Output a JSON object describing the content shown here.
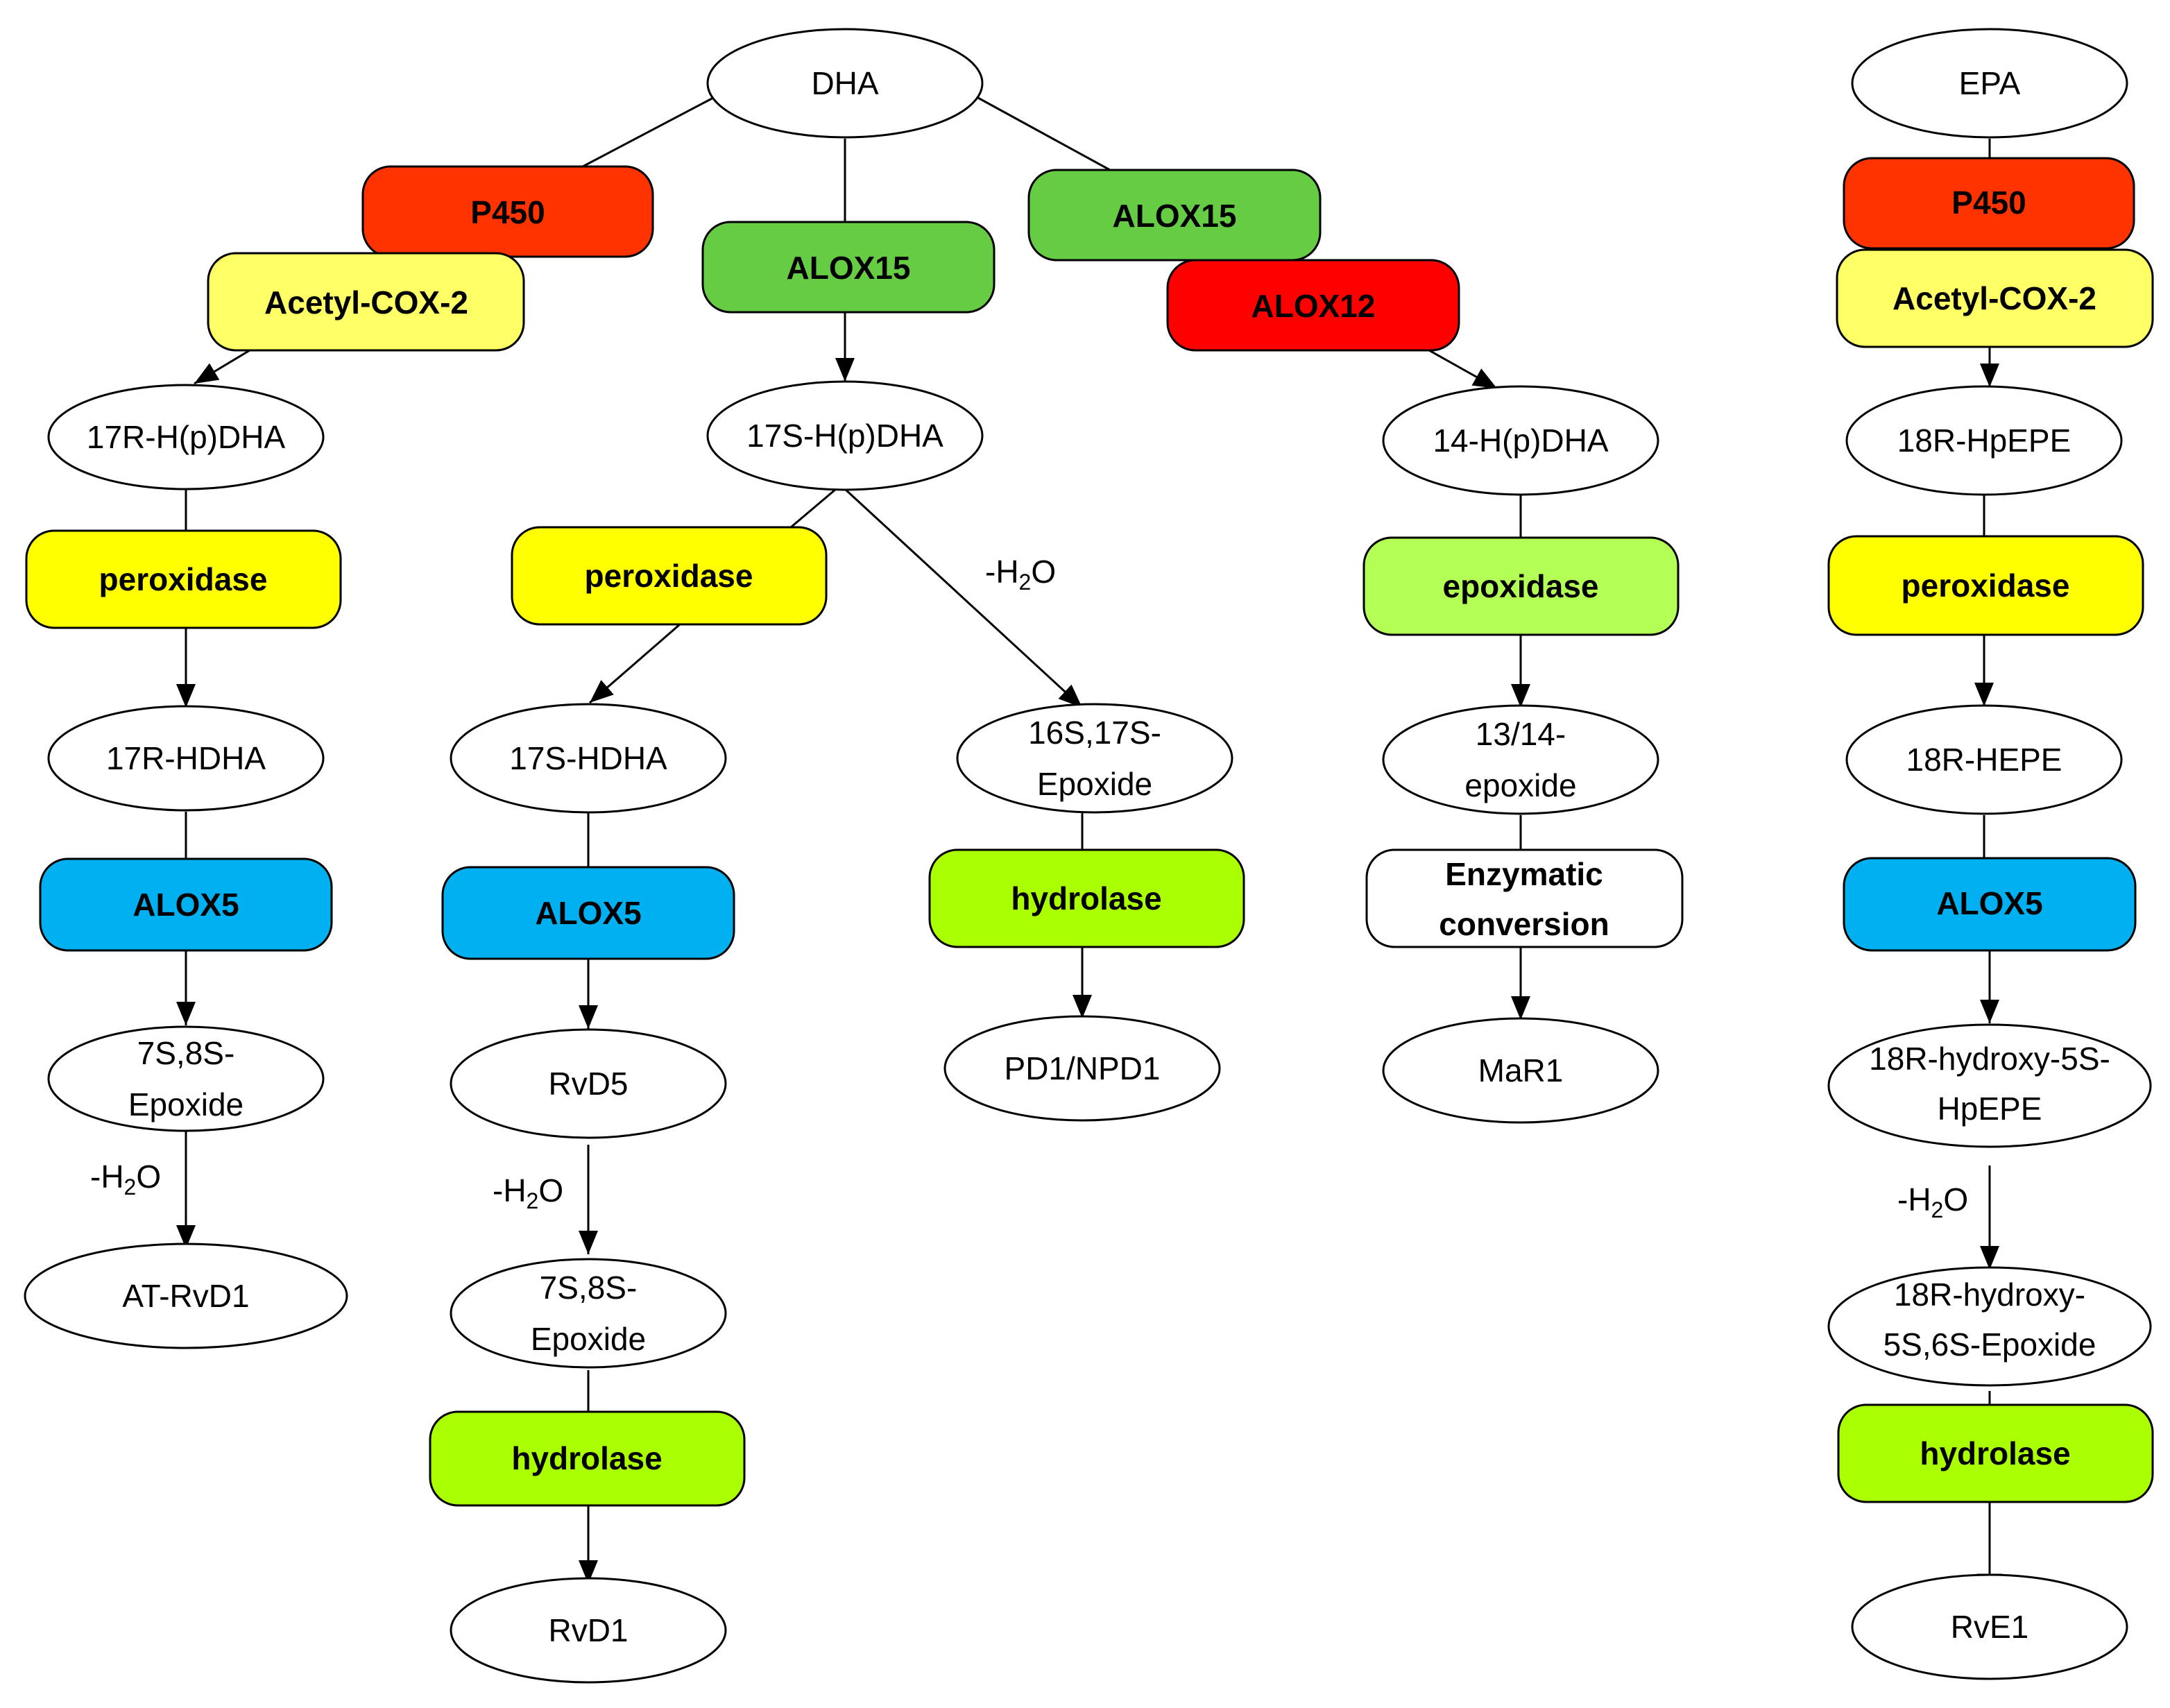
{
  "colors": {
    "p450": "#ff3300",
    "acetyl_cox2": "#ffff66",
    "peroxidase": "#ffff00",
    "alox15": "#66cc44",
    "alox12": "#ff0000",
    "alox5": "#00b0f0",
    "hydrolase": "#aaff00",
    "epoxidase": "#b3ff55",
    "enzymatic": "#ffffff"
  },
  "molecules": {
    "dha": "DHA",
    "epa": "EPA",
    "r17_hpdha": "17R-H(p)DHA",
    "r17_hdha": "17R-HDHA",
    "ep78_a": [
      "7S,8S-",
      "Epoxide"
    ],
    "at_rvd1": "AT-RvD1",
    "s17_hpdha": "17S-H(p)DHA",
    "s17_hdha": "17S-HDHA",
    "rvd5": "RvD5",
    "ep78_b": [
      "7S,8S-",
      "Epoxide"
    ],
    "rvd1": "RvD1",
    "ep1617": [
      "16S,17S-",
      "Epoxide"
    ],
    "pd1": "PD1/NPD1",
    "h14_hpdha": "14-H(p)DHA",
    "ep1314": [
      "13/14-",
      "epoxide"
    ],
    "mar1": "MaR1",
    "r18_hpepe": "18R-HpEPE",
    "r18_hepe": "18R-HEPE",
    "r18_hydroxy_hpepe": [
      "18R-hydroxy-5S-",
      "HpEPE"
    ],
    "r18_hydroxy_epoxide": [
      "18R-hydroxy-",
      "5S,6S-Epoxide"
    ],
    "rve1": "RvE1"
  },
  "enzymes": {
    "p450_a": "P450",
    "acox_a": "Acetyl-COX-2",
    "alox15_mid": "ALOX15",
    "alox15_right": "ALOX15",
    "alox12": "ALOX12",
    "perox_a": "peroxidase",
    "alox5_a": "ALOX5",
    "perox_b": "peroxidase",
    "alox5_b": "ALOX5",
    "hydro_b": "hydrolase",
    "hydro_c": "hydrolase",
    "epoxidase": "epoxidase",
    "enzymatic": [
      "Enzymatic",
      "conversion"
    ],
    "p450_e": "P450",
    "acox_e": "Acetyl-COX-2",
    "perox_e": "peroxidase",
    "alox5_e": "ALOX5",
    "hydro_e": "hydrolase"
  },
  "annotations": {
    "minus": "-H",
    "sub": "2",
    "o": "O"
  }
}
